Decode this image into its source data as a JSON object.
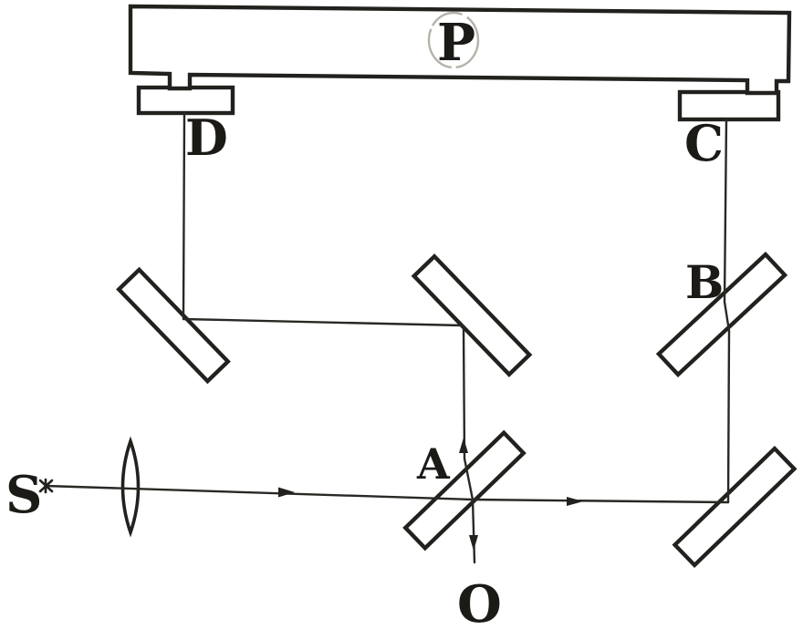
{
  "figure": {
    "labels": {
      "source": "S",
      "bar": "P",
      "left_mirror_mount": "D",
      "right_mirror_mount": "C",
      "compensating_plate": "B",
      "beamsplitter": "A",
      "observer": "O"
    },
    "colors": {
      "ink": "#23211e",
      "paper": "#ffffff",
      "pencil_circle": "#b5b2aa"
    }
  }
}
